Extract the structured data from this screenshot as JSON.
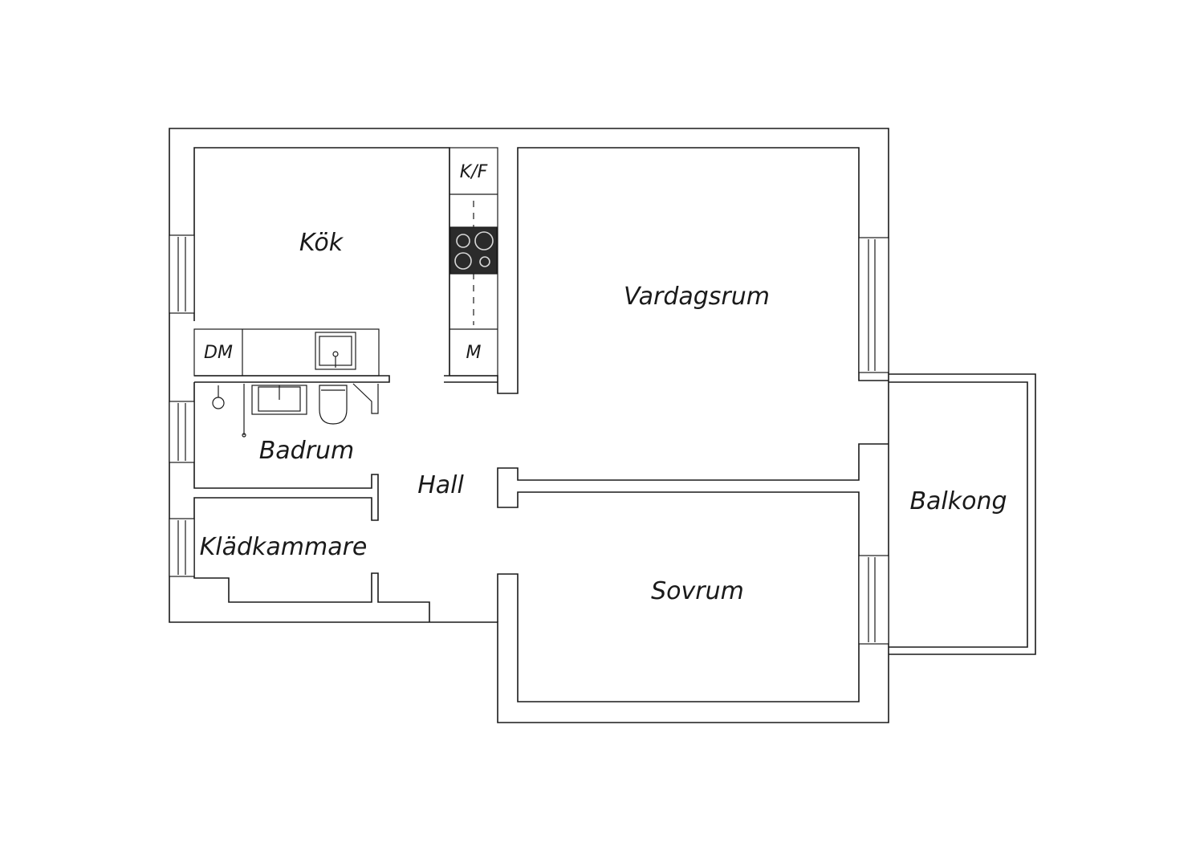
{
  "rooms": {
    "kok": "Kök",
    "vardagsrum": "Vardagsrum",
    "badrum": "Badrum",
    "hall": "Hall",
    "kladkammare": "Klädkammare",
    "sovrum": "Sovrum",
    "balkong": "Balkong"
  },
  "fixtures": {
    "fridge_freezer": "K/F",
    "dishwasher": "DM",
    "microwave": "M"
  }
}
